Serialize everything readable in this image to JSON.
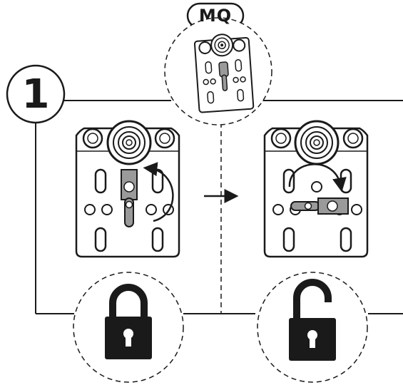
{
  "step": {
    "number": "1"
  },
  "variant": {
    "label": "MQ"
  },
  "states": [
    {
      "name": "locked",
      "lock_icon": "padlock-closed-icon"
    },
    {
      "name": "unlocked",
      "lock_icon": "padlock-open-icon"
    }
  ],
  "colors": {
    "ink": "#1a1a1a",
    "plate_fill": "#ffffff",
    "lever_fill": "#9a9a9a"
  }
}
